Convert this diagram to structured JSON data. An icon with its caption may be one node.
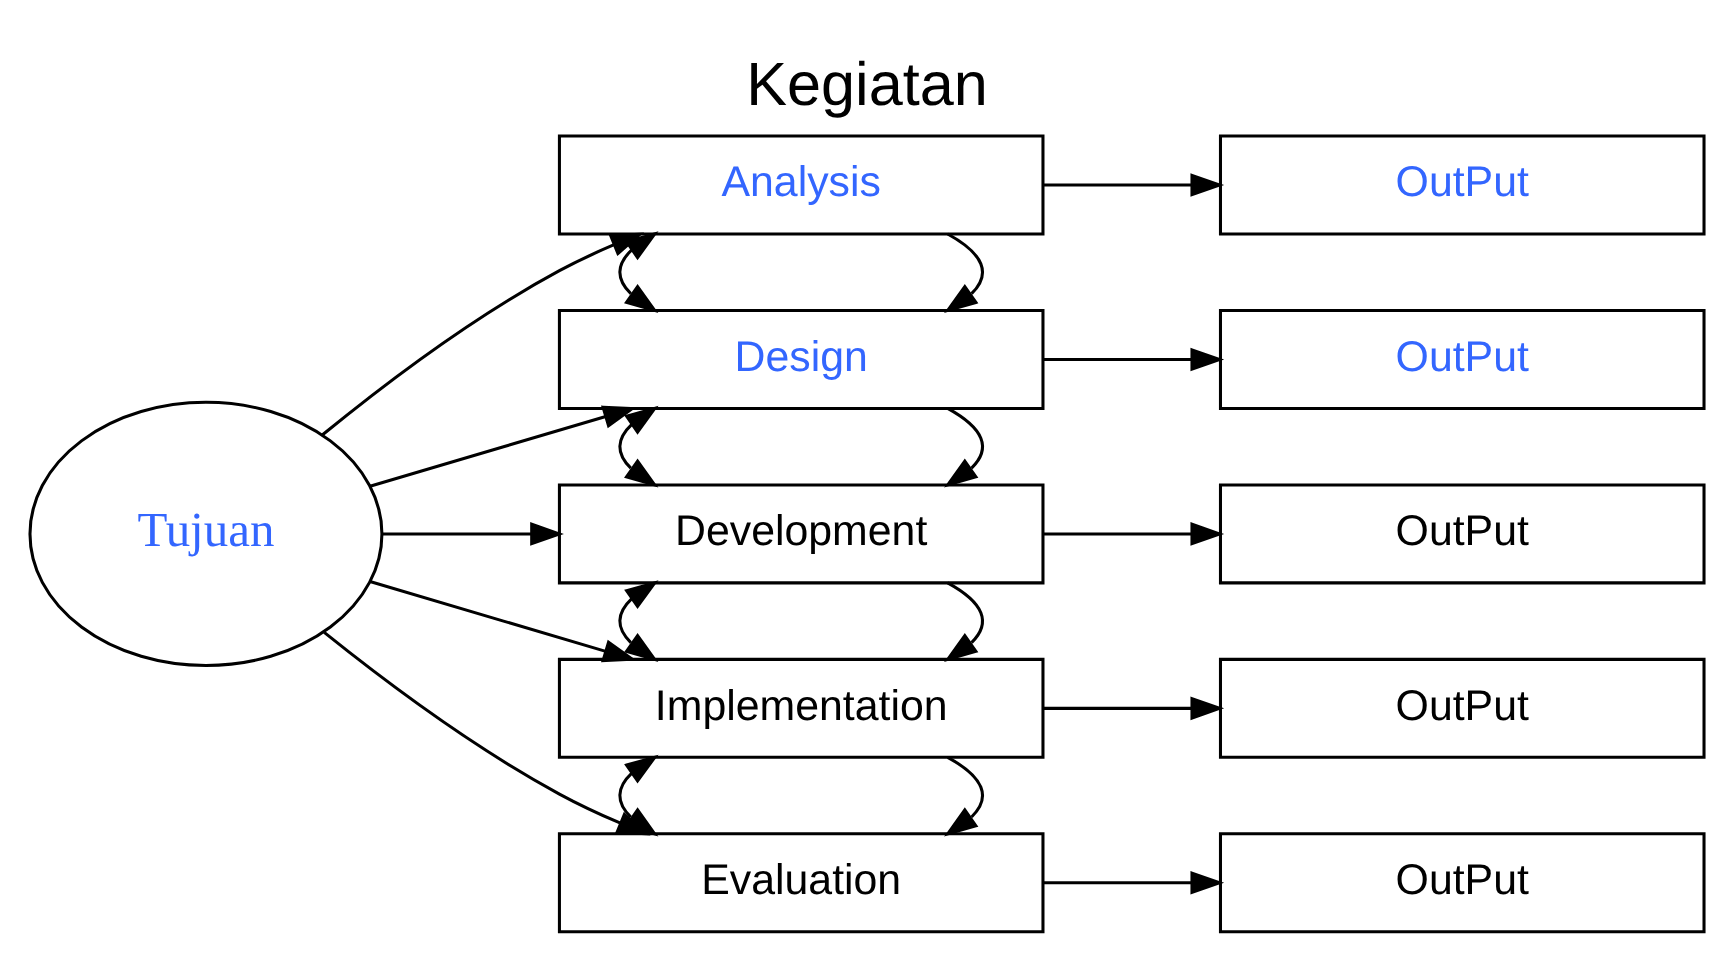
{
  "diagram": {
    "title": "Kegiatan",
    "nodes": [
      {
        "text": [
          "Tujuan"
        ]
      },
      {
        "text": [
          "Analysis"
        ]
      },
      {
        "text": [
          "Design"
        ]
      },
      {
        "text": [
          "Development"
        ]
      },
      {
        "text": [
          "Implementation"
        ]
      },
      {
        "text": [
          "Evaluation"
        ]
      },
      {
        "text": [
          "OutPut"
        ]
      },
      {
        "text": [
          "OutPut"
        ]
      },
      {
        "text": [
          "OutPut"
        ]
      },
      {
        "text": [
          "OutPut"
        ]
      },
      {
        "text": [
          "OutPut"
        ]
      }
    ],
    "edges": [
      {
        "from": 0,
        "to": 1,
        "arrow": "to"
      },
      {
        "from": 0,
        "to": 2,
        "arrow": "to"
      },
      {
        "from": 0,
        "to": 3,
        "arrow": "to"
      },
      {
        "from": 0,
        "to": 4,
        "arrow": "to"
      },
      {
        "from": 0,
        "to": 5,
        "arrow": "to"
      },
      {
        "from": 1,
        "to": 6,
        "arrow": "to"
      },
      {
        "from": 2,
        "to": 7,
        "arrow": "to"
      },
      {
        "from": 3,
        "to": 8,
        "arrow": "to"
      },
      {
        "from": 4,
        "to": 9,
        "arrow": "to"
      },
      {
        "from": 5,
        "to": 10,
        "arrow": "to"
      },
      {
        "from": 1,
        "to": 2,
        "arrow": "to"
      },
      {
        "from": 1,
        "to": 2,
        "arrow": "both"
      },
      {
        "from": 2,
        "to": 3,
        "arrow": "to"
      },
      {
        "from": 2,
        "to": 3,
        "arrow": "both"
      },
      {
        "from": 3,
        "to": 4,
        "arrow": "to"
      },
      {
        "from": 3,
        "to": 4,
        "arrow": "both"
      },
      {
        "from": 4,
        "to": 5,
        "arrow": "to"
      },
      {
        "from": 4,
        "to": 5,
        "arrow": "both"
      }
    ]
  }
}
